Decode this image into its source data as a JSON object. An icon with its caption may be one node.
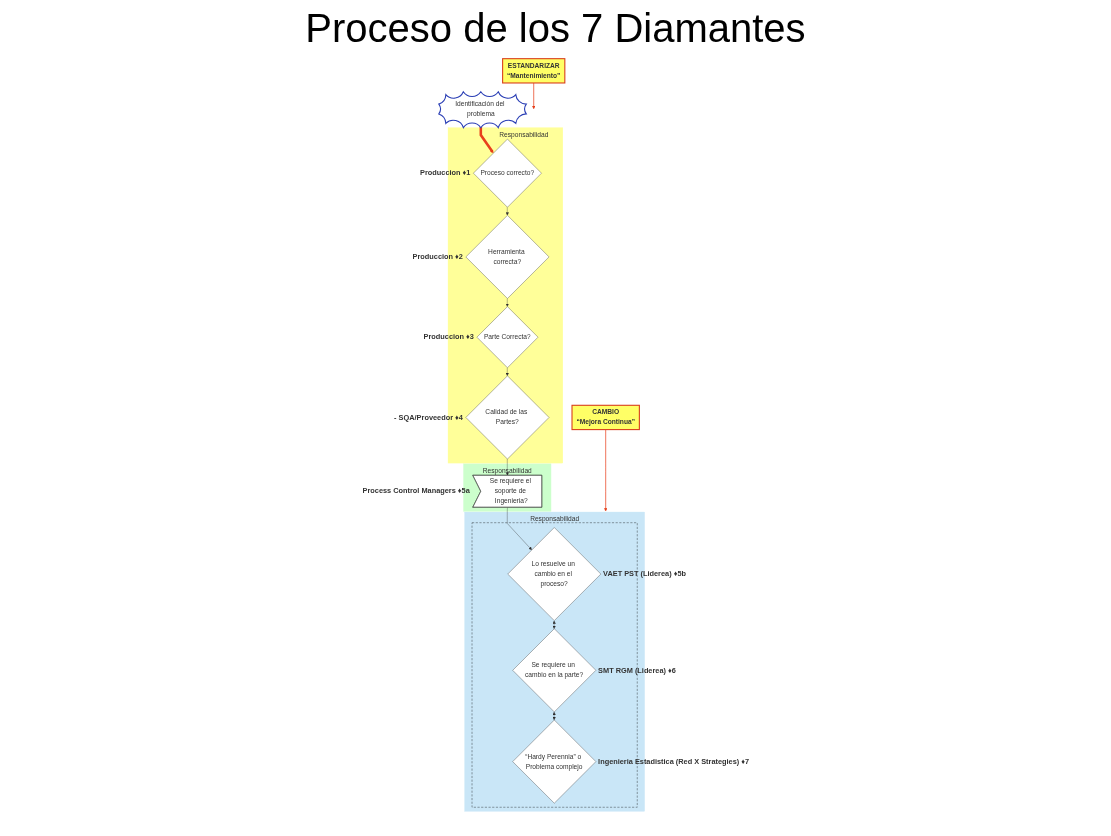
{
  "diagram": {
    "title": "Proceso de los 7 Diamantes",
    "nodes": [
      {
        "text": [
          "Identificación del problema"
        ]
      },
      {
        "text": [
          "ESTANDARIZAR",
          "“Mantenimiento”"
        ]
      },
      {
        "text": [
          "Responsabilidad"
        ]
      },
      {
        "text": [
          "Proceso correcto?"
        ],
        "in": 2,
        "beside": [
          "Produccion ♦1"
        ]
      },
      {
        "text": [
          "Herramienta correcta?"
        ],
        "in": 2,
        "beside": [
          "Produccion ♦2"
        ]
      },
      {
        "text": [
          "Parte Correcta?"
        ],
        "in": 2,
        "beside": [
          "Produccion ♦3"
        ]
      },
      {
        "text": [
          "Calidad de las Partes?"
        ],
        "in": 2,
        "beside": [
          "- SQA/Proveedor ♦4"
        ]
      },
      {
        "text": [
          "Responsabilidad"
        ]
      },
      {
        "text": [
          "Se requiere el soporte de Ingenieria?"
        ],
        "in": 7,
        "beside": [
          "Process Control Managers ♦5a"
        ]
      },
      {
        "text": [
          "CAMBIO",
          "“Mejora Continua”"
        ]
      },
      {
        "text": [
          "Responsabilidad"
        ]
      },
      {
        "text": [],
        "shape": "box",
        "in": 10
      },
      {
        "text": [
          "Lo resuelve un cambio en el proceso?"
        ],
        "in": 11,
        "beside": [
          "VAET PST (Liderea) ♦5b"
        ]
      },
      {
        "text": [
          "Se requiere un cambio en la parte?"
        ],
        "in": 11,
        "beside": [
          "SMT RGM (Liderea) ♦6"
        ]
      },
      {
        "text": [
          "“Hardy Perennia” o Problema complejo"
        ],
        "in": 11,
        "beside": [
          "Ingenieria Estadistica (Red X Strategies) ♦7"
        ]
      }
    ],
    "edges": [
      {
        "from": 0,
        "to": 3,
        "arrow": "to",
        "style": "thick",
        "color": "#e8401c"
      },
      {
        "from": 1,
        "to": 2,
        "arrow": "to",
        "color": "#e8401c"
      },
      {
        "from": 3,
        "to": 4,
        "arrow": "to"
      },
      {
        "from": 4,
        "to": 5,
        "arrow": "to"
      },
      {
        "from": 5,
        "to": 6,
        "arrow": "to"
      },
      {
        "from": 6,
        "to": 8,
        "arrow": "to"
      },
      {
        "from": 8,
        "to": 12,
        "arrow": "to"
      },
      {
        "from": 9,
        "to": 10,
        "arrow": "to",
        "color": "#e8401c"
      },
      {
        "from": 12,
        "to": 13,
        "arrow": "both"
      },
      {
        "from": 13,
        "to": 14,
        "arrow": "both"
      }
    ]
  }
}
